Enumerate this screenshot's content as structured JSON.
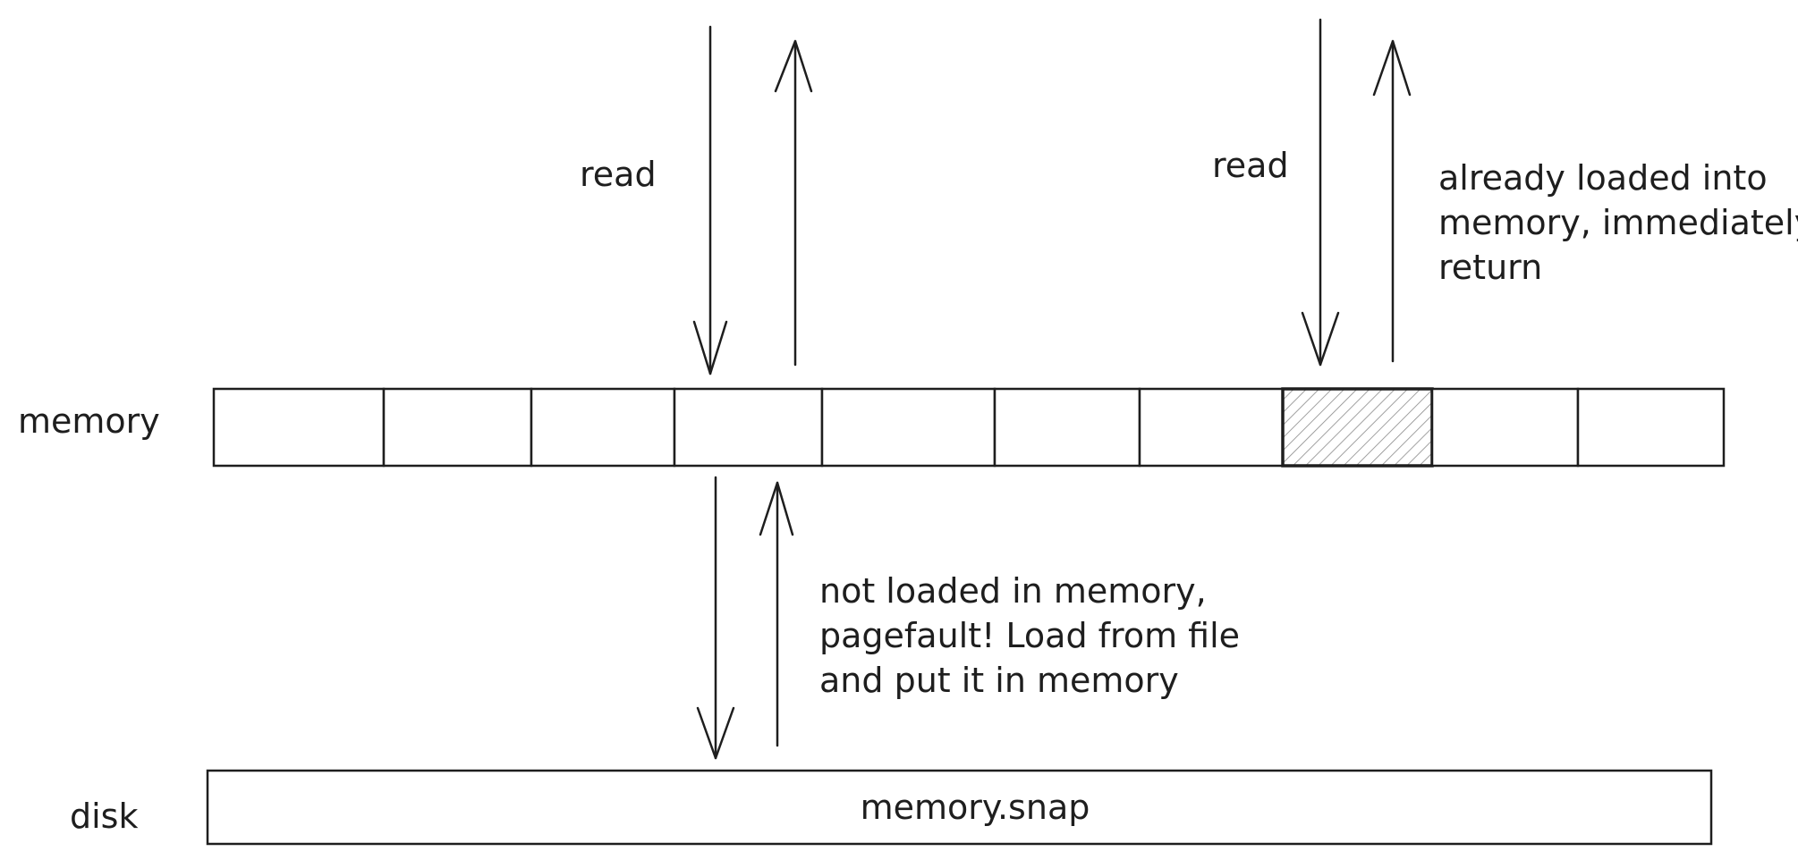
{
  "labels": {
    "memory": "memory",
    "disk": "disk",
    "read_left": "read",
    "read_right": "read",
    "file": "memory.snap"
  },
  "notes": {
    "already_loaded": [
      "already loaded into",
      "memory, immediately",
      "return"
    ],
    "not_loaded": [
      "not loaded in memory,",
      "pagefault! Load from file",
      "and put it in memory"
    ]
  },
  "memory_bar": {
    "cell_count": 10,
    "highlighted_cell": 8,
    "highlight_style": "hatched"
  },
  "colors": {
    "ink": "#1e1e1e",
    "hatch": "#8a8a8a",
    "background": "#ffffff"
  }
}
